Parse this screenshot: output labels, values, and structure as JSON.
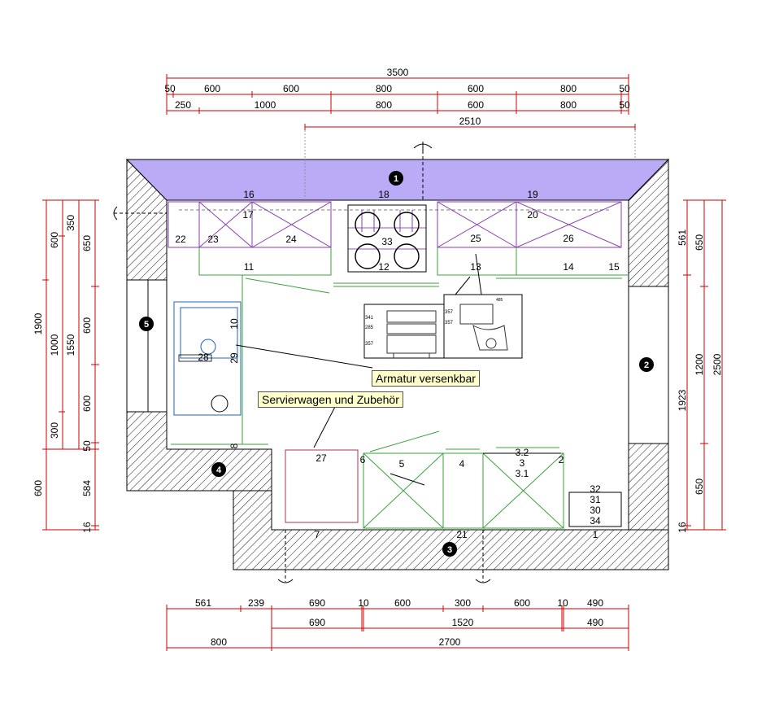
{
  "dims_top_row1": [
    "3500"
  ],
  "dims_top_row2": [
    "50",
    "600",
    "600",
    "800",
    "600",
    "800",
    "50"
  ],
  "dims_top_row3": [
    "250",
    "1000",
    "800",
    "600",
    "800",
    "50"
  ],
  "dims_top_row4": [
    "2510"
  ],
  "dims_bottom_row1": [
    "561",
    "239",
    "690",
    "10",
    "600",
    "300",
    "600",
    "10",
    "490"
  ],
  "dims_bottom_row2": [
    "690",
    "1520",
    "490"
  ],
  "dims_bottom_row3": [
    "800",
    "2700"
  ],
  "dims_left_a": [
    "1900",
    "600"
  ],
  "dims_left_b": [
    "350",
    "1000",
    "300"
  ],
  "dims_left_c": [
    "1550"
  ],
  "dims_left_d": [
    "650",
    "600",
    "600",
    "50",
    "584",
    "16"
  ],
  "dims_right_a": [
    "561",
    "1923",
    "16"
  ],
  "dims_right_b": [
    "650",
    "1200",
    "650"
  ],
  "dims_right_c": [
    "2500"
  ],
  "walls": [
    "1",
    "2",
    "3",
    "4",
    "5"
  ],
  "cabinets_upper": [
    "16",
    "17",
    "18",
    "19",
    "20",
    "22",
    "23",
    "24",
    "25",
    "26",
    "33"
  ],
  "cabinets_lower": [
    "11",
    "12",
    "13",
    "14",
    "15",
    "10",
    "28",
    "29",
    "8",
    "27",
    "6",
    "5",
    "4",
    "3.2",
    "3",
    "3.1",
    "2",
    "32",
    "31",
    "30",
    "34",
    "7",
    "21",
    "1"
  ],
  "callouts": {
    "armatur": "Armatur versenkbar",
    "servierwagen": "Servierwagen und Zubehör"
  },
  "detail_labels": [
    "341",
    "285",
    "357",
    "357",
    "357",
    "485"
  ],
  "colors": {
    "dimension": "#cc0000",
    "wall_highlight": "#bbaaf5",
    "upper_cabinet": "#8a3db5",
    "lower_cabinet": "#3aa33a",
    "cart": "#b03050",
    "sink": "#2060c0"
  }
}
